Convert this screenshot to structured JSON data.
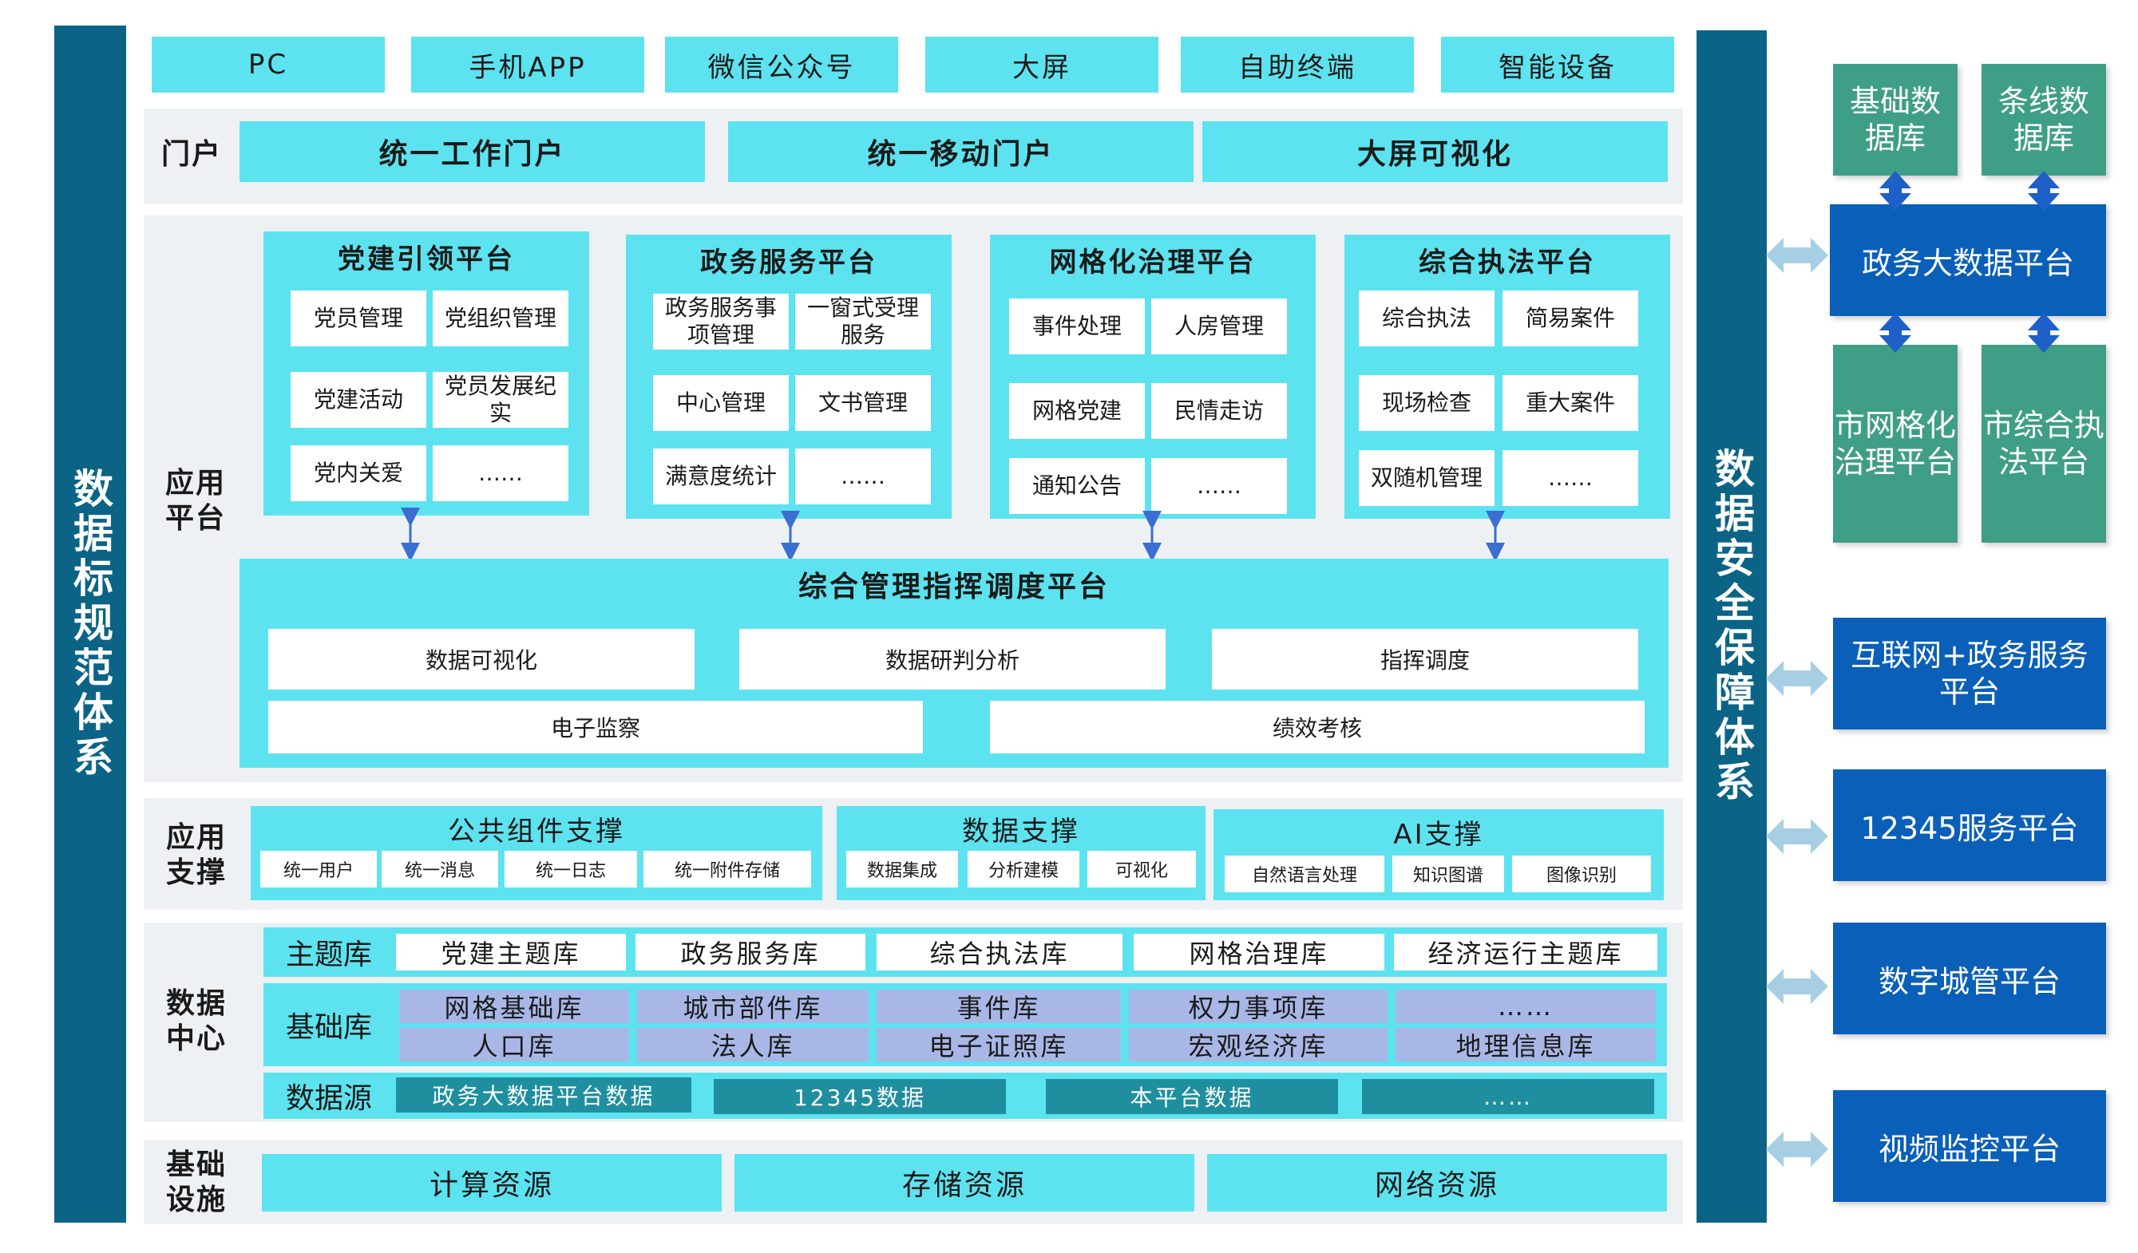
{
  "left_band": "数据标规范体系",
  "right_band": "数据安全保障体系",
  "channels": [
    "PC",
    "手机APP",
    "微信公众号",
    "大屏",
    "自助终端",
    "智能设备"
  ],
  "portal": {
    "label": "门户",
    "items": [
      "统一工作门户",
      "统一移动门户",
      "大屏可视化"
    ]
  },
  "apps": {
    "label": "应用平台",
    "platforms": [
      {
        "title": "党建引领平台",
        "cells": [
          "党员管理",
          "党组织管理",
          "党建活动",
          "党员发展纪实",
          "党内关爱",
          "……"
        ]
      },
      {
        "title": "政务服务平台",
        "cells": [
          "政务服务事项管理",
          "一窗式受理服务",
          "中心管理",
          "文书管理",
          "满意度统计",
          "……"
        ]
      },
      {
        "title": "网格化治理平台",
        "cells": [
          "事件处理",
          "人房管理",
          "网格党建",
          "民情走访",
          "通知公告",
          "……"
        ]
      },
      {
        "title": "综合执法平台",
        "cells": [
          "综合执法",
          "简易案件",
          "现场检查",
          "重大案件",
          "双随机管理",
          "……"
        ]
      }
    ],
    "command": {
      "title": "综合管理指挥调度平台",
      "row1": [
        "数据可视化",
        "数据研判分析",
        "指挥调度"
      ],
      "row2": [
        "电子监察",
        "绩效考核"
      ]
    }
  },
  "support": {
    "label": "应用支撑",
    "groups": [
      {
        "title": "公共组件支撑",
        "items": [
          "统一用户",
          "统一消息",
          "统一日志",
          "统一附件存储"
        ]
      },
      {
        "title": "数据支撑",
        "items": [
          "数据集成",
          "分析建模",
          "可视化"
        ]
      },
      {
        "title": "AI支撑",
        "items": [
          "自然语言处理",
          "知识图谱",
          "图像识别"
        ]
      }
    ]
  },
  "data_center": {
    "label": "数据中心",
    "theme": {
      "label": "主题库",
      "items": [
        "党建主题库",
        "政务服务库",
        "综合执法库",
        "网格治理库",
        "经济运行主题库"
      ]
    },
    "base": {
      "label": "基础库",
      "row1": [
        "网格基础库",
        "城市部件库",
        "事件库",
        "权力事项库",
        "……"
      ],
      "row2": [
        "人口库",
        "法人库",
        "电子证照库",
        "宏观经济库",
        "地理信息库"
      ]
    },
    "source": {
      "label": "数据源",
      "items": [
        "政务大数据平台数据",
        "12345数据",
        "本平台数据",
        "……"
      ]
    }
  },
  "infra": {
    "label": "基础设施",
    "items": [
      "计算资源",
      "存储资源",
      "网络资源"
    ]
  },
  "right_panel": {
    "db1": "基础数据库",
    "db2": "条线数据库",
    "bigdata": "政务大数据平台",
    "grid": "市网格化治理平台",
    "law": "市综合执法平台",
    "others": [
      "互联网+政务服务平台",
      "12345服务平台",
      "数字城管平台",
      "视频监控平台"
    ]
  },
  "colors": {
    "cyan": "#5ce3ef",
    "navy": "#0b6486",
    "green": "#3f9e86",
    "blue": "#0a5fb9",
    "lavender": "#a8b7e6",
    "teal": "#1f8fa0"
  }
}
